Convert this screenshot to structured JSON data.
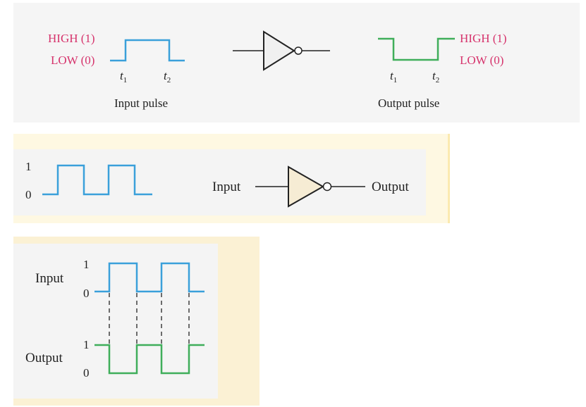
{
  "colors": {
    "input_wave": "#3aa0da",
    "output_wave": "#3fae5a",
    "level_label": "#d6336c",
    "line": "#222222"
  },
  "panel1": {
    "high_label": "HIGH (1)",
    "low_label": "LOW (0)",
    "t1": "t",
    "t1_sub": "1",
    "t2": "t",
    "t2_sub": "2",
    "input_caption": "Input pulse",
    "output_caption": "Output pulse"
  },
  "panel2": {
    "level_one": "1",
    "level_zero": "0",
    "input_label": "Input",
    "output_label": "Output"
  },
  "panel3": {
    "input_label": "Input",
    "output_label": "Output",
    "input_one": "1",
    "input_zero": "0",
    "output_one": "1",
    "output_zero": "0"
  }
}
